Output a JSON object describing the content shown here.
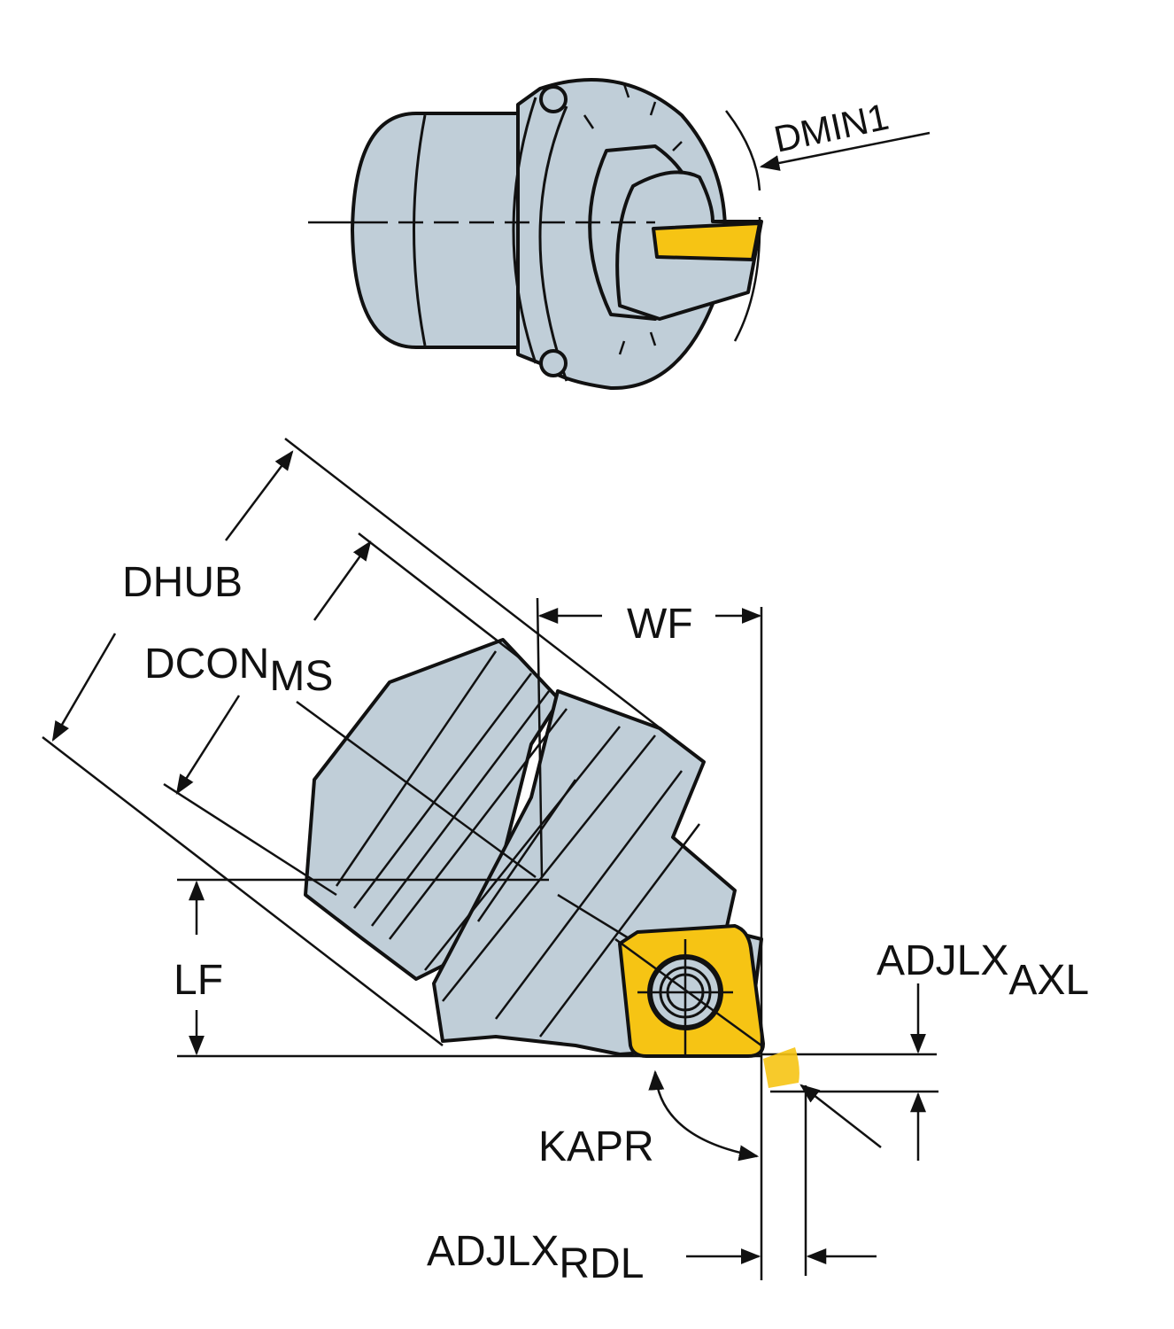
{
  "title": "Tool holder dimension drawing",
  "colors": {
    "body": "#c0ced8",
    "insert": "#f6c414",
    "line": "#111111"
  },
  "top_view": {
    "labels": {
      "dmin1": "DMIN1"
    }
  },
  "side_view": {
    "labels": {
      "dhub": "DHUB",
      "dcon": "DCON",
      "dcon_sub": "MS",
      "wf": "WF",
      "lf": "LF",
      "kapr": "KAPR",
      "adjlx_axl": "ADJLX",
      "adjlx_axl_sub": "AXL",
      "adjlx_rdl": "ADJLX",
      "adjlx_rdl_sub": "RDL"
    }
  }
}
